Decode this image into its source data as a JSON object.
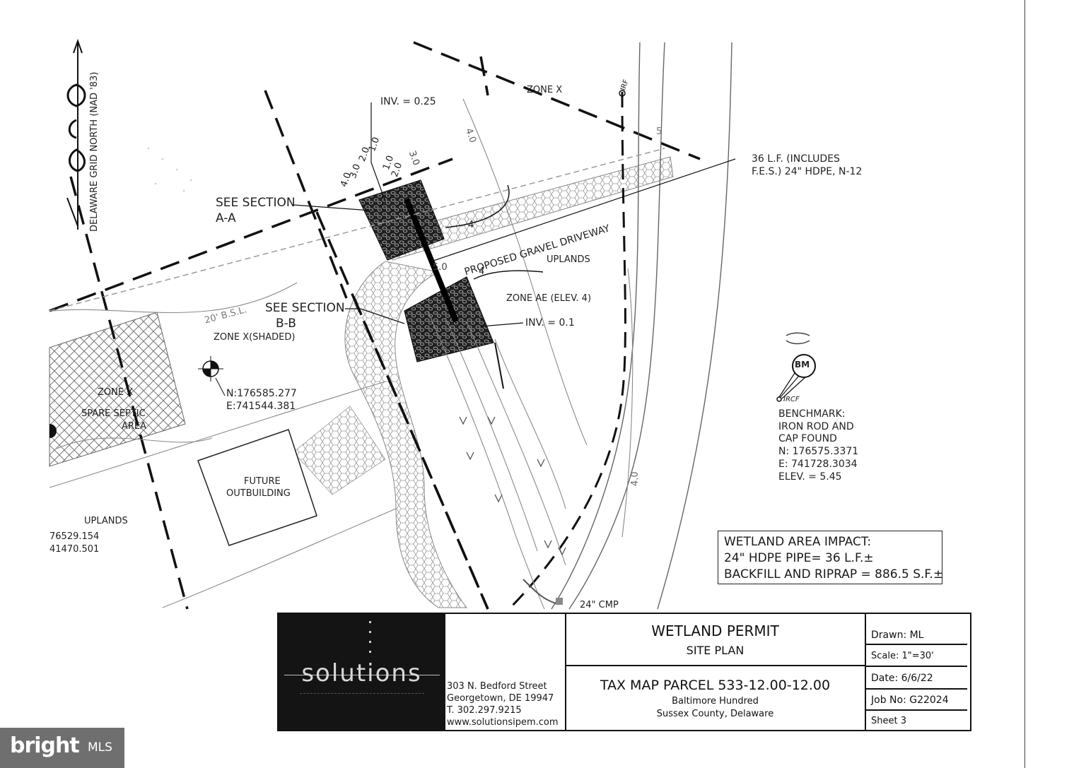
{
  "north_arrow": {
    "label": "DELAWARE GRID NORTH (NAD '83)"
  },
  "labels": {
    "inv_top": "INV. = 0.25",
    "zone_x_top": "ZONE X",
    "pipe_note_1": "36 L.F. (INCLUDES",
    "pipe_note_2": "F.E.S.) 24\" HDPE,  N-12",
    "see_section_a_1": "SEE SECTION",
    "see_section_a_2": "A-A",
    "driveway": "PROPOSED GRAVEL DRIVEWAY",
    "uplands_right": "UPLANDS",
    "see_section_b_1": "SEE SECTION",
    "see_section_b_2": "B-B",
    "bsl": "20' B.S.L.",
    "zone_ae": "ZONE AE (ELEV. 4)",
    "inv_bottom": "INV. = 0.1",
    "zone_x_shaded": "ZONE X(SHADED)",
    "zone_x_left": "ZONE X",
    "spare_septic_1": "SPARE SEPTIC",
    "spare_septic_2": "AREA",
    "coord_n": "N:176585.277",
    "coord_e": "E:741544.381",
    "future_outbuilding_1": "FUTURE",
    "future_outbuilding_2": "OUTBUILDING",
    "uplands_left": "UPLANDS",
    "partial_n": "76529.154",
    "partial_e": "41470.501",
    "cmp": "24\" CMP",
    "contour_4_upper": "4",
    "contour_4_lower": "4",
    "contour_40_left": "4.0",
    "contour_40_right": "4.0",
    "contour_50": "5.0",
    "contour_30": "3.0",
    "stack_1": "1.0",
    "stack_2": "2.0",
    "stack_3": "3.0",
    "stack_4": "4.0",
    "stack_5": "1.0",
    "stack_6": "2.0",
    "irf": "IRF",
    "five": "5"
  },
  "benchmark": {
    "badge": "BM",
    "sub": "IRCF",
    "lines": [
      "BENCHMARK:",
      "IRON ROD AND",
      "CAP FOUND",
      "N: 176575.3371",
      "E: 741728.3034",
      "ELEV. = 5.45"
    ]
  },
  "impact": {
    "title": "WETLAND AREA IMPACT:",
    "line1": "24\" HDPE PIPE= 36 L.F.±",
    "line2": "BACKFILL AND RIPRAP = 886.5 S.F.±"
  },
  "title_block": {
    "logo_text": "solutions",
    "address": [
      "303 N. Bedford Street",
      "Georgetown, DE 19947",
      "T.  302.297.9215",
      "www.solutionsipem.com"
    ],
    "project_title": "WETLAND PERMIT",
    "project_subtitle": "SITE PLAN",
    "parcel": "TAX MAP PARCEL 533-12.00-12.00",
    "hundred": "Baltimore Hundred",
    "county": "Sussex County, Delaware",
    "drawn": "Drawn:  ML",
    "scale": "Scale: 1\"=30'",
    "date": "Date:  6/6/22",
    "job": "Job No:  G22024",
    "sheet": "Sheet 3"
  },
  "watermark": {
    "brand": "bright",
    "suffix": "MLS"
  }
}
